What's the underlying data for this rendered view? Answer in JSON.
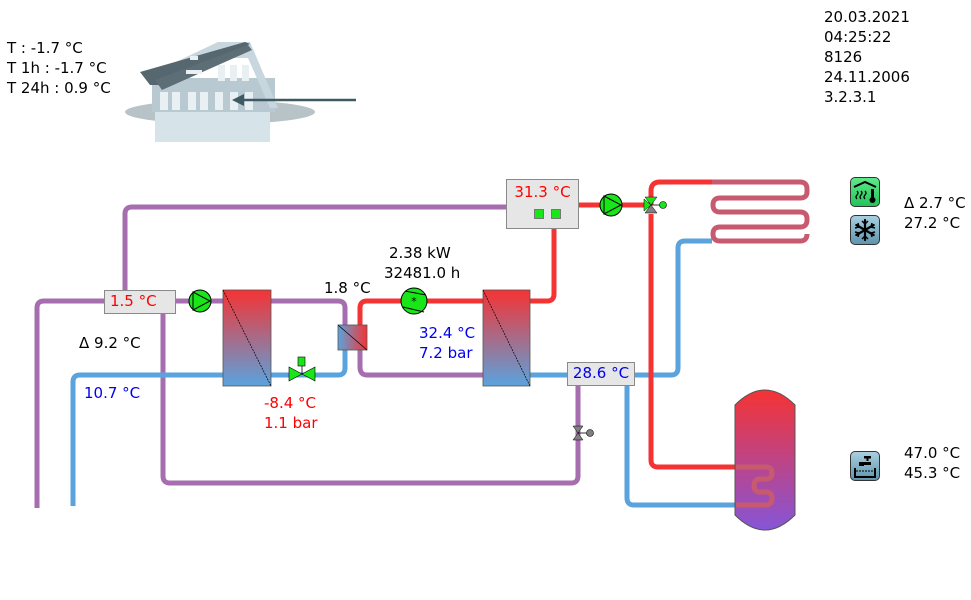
{
  "outdoor": {
    "t_label": "T : -1.7 °C",
    "t1h_label": "T 1h : -1.7 °C",
    "t24h_label": "T 24h : 0.9 °C"
  },
  "info": {
    "date": "20.03.2021",
    "time": "04:25:22",
    "serial": "8126",
    "install_date": "24.11.2006",
    "version": "3.2.3.1"
  },
  "heat_source": {
    "source_temp": "1.5 °C",
    "delta": "Δ 9.2 °C",
    "return_temp": "10.7 °C",
    "evaporator_out_temp": "1.8 °C"
  },
  "refrigerant": {
    "low_temp": "-8.4 °C",
    "low_pressure": "1.1 bar",
    "high_temp": "32.4 °C",
    "high_pressure": "7.2 bar"
  },
  "compressor": {
    "power": "2.38 kW",
    "hours": "32481.0 h"
  },
  "heating": {
    "flow_temp": "31.3 °C",
    "return_temp": "28.6 °C",
    "circuit_delta": "Δ 2.7 °C",
    "circuit_temp": "27.2 °C"
  },
  "hot_water": {
    "temp": "47.0 °C",
    "target": "45.3 °C"
  },
  "colors": {
    "hot": "#f53333",
    "cold": "#5aa3dd",
    "mixed": "#a66daf",
    "floor": "#c85a70",
    "pump": "#19e619",
    "red_text": "#ff0000",
    "blue_text": "#0000ee"
  }
}
